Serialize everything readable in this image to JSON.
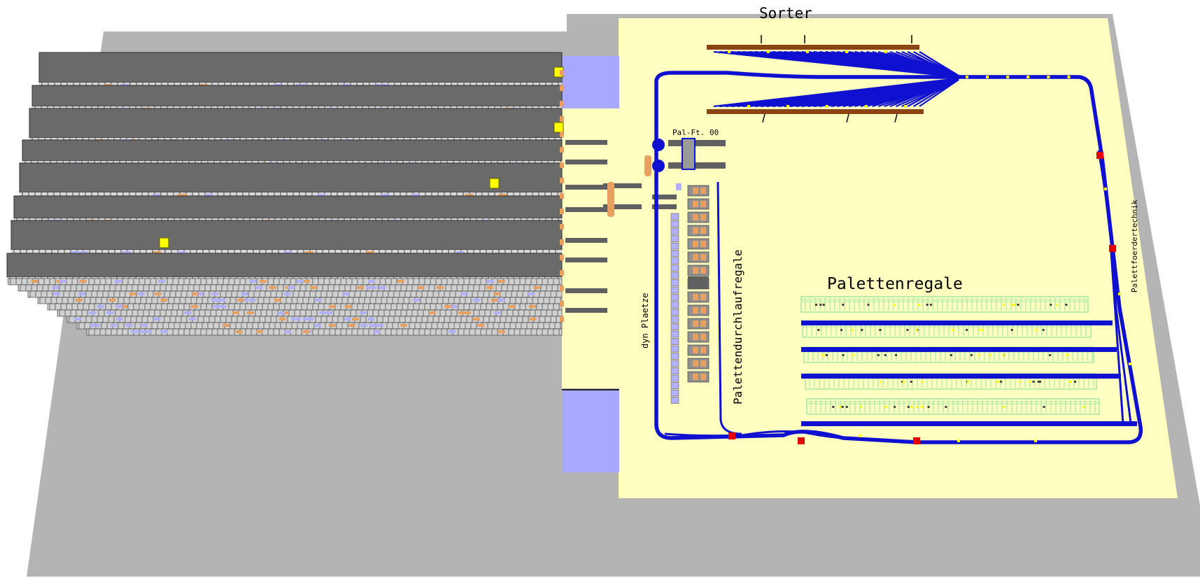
{
  "labels": {
    "sorter": "Sorter",
    "pal_ft": "Pal-Ft. 00",
    "palettenregale": "Palettenregale",
    "palettendurchlaufregale": "Palettendurchlaufregale",
    "dyn_plaetze": "dyn Plaetze",
    "palettenfoerdertechnik": "Palettfoerdertechnik"
  },
  "colors": {
    "background": "#ffffff",
    "floor": "#b4b4b4",
    "hall": "#ffffc0",
    "dock": "#a8a8ff",
    "rack_top": "#6a6a6a",
    "rack_front": "#404040",
    "conveyor": "#1010d0",
    "sorter_rail": "#8b4513",
    "pallet_rack": "#90e0a0",
    "shuttle": "#ffff00",
    "accent_red": "#e00000",
    "carton": "#e8a060",
    "bin": "#b0b0ff"
  }
}
